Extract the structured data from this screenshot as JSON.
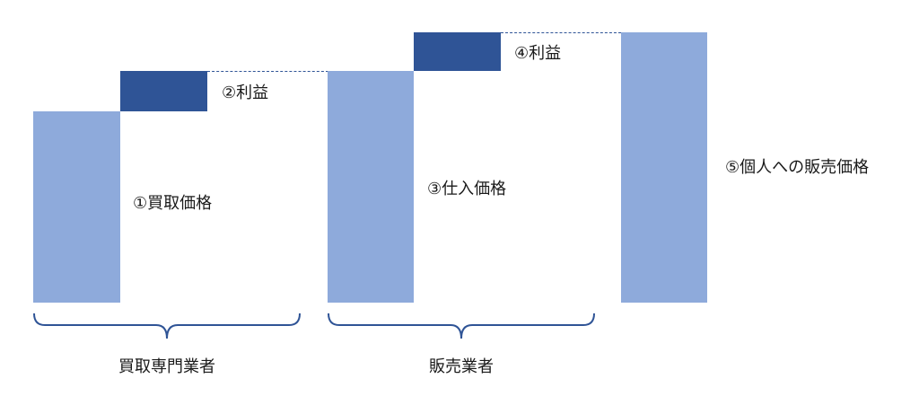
{
  "diagram": {
    "labels": {
      "purchase_price": "①買取価格",
      "profit_1": "②利益",
      "cost_price": "③仕入価格",
      "profit_2": "④利益",
      "retail_price": "⑤個人への販売価格"
    },
    "groups": {
      "buyer": "買取専門業者",
      "seller": "販売業者"
    }
  },
  "colors": {
    "light_bar": "#8eaadb",
    "dark_bar": "#2f5496",
    "bracket": "#2f5496"
  }
}
